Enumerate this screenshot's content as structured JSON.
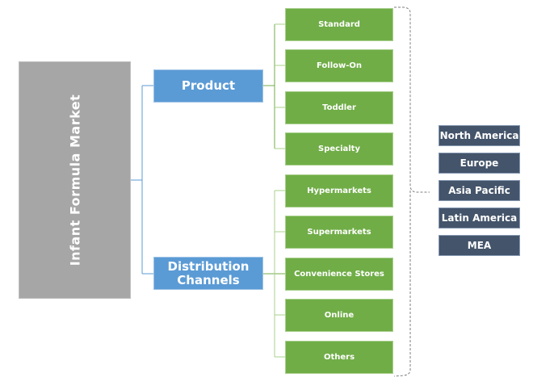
{
  "root": {
    "label": "Infant Formula Market"
  },
  "categories": [
    {
      "label": "Product",
      "items": [
        "Standard",
        "Follow-On",
        "Toddler",
        "Specialty"
      ]
    },
    {
      "label": "Distribution Channels",
      "items": [
        "Hypermarkets",
        "Supermarkets",
        "Convenience Stores",
        "Online",
        "Others"
      ]
    }
  ],
  "regions": [
    "North America",
    "Europe",
    "Asia Pacific",
    "Latin America",
    "MEA"
  ],
  "colors": {
    "root": "#a6a6a6",
    "category": "#5b9bd5",
    "leaf": "#70ad47",
    "region": "#44546a",
    "connector_blue": "#5b9bd5",
    "connector_green": "#70ad47",
    "bracket": "#7f7f7f"
  }
}
